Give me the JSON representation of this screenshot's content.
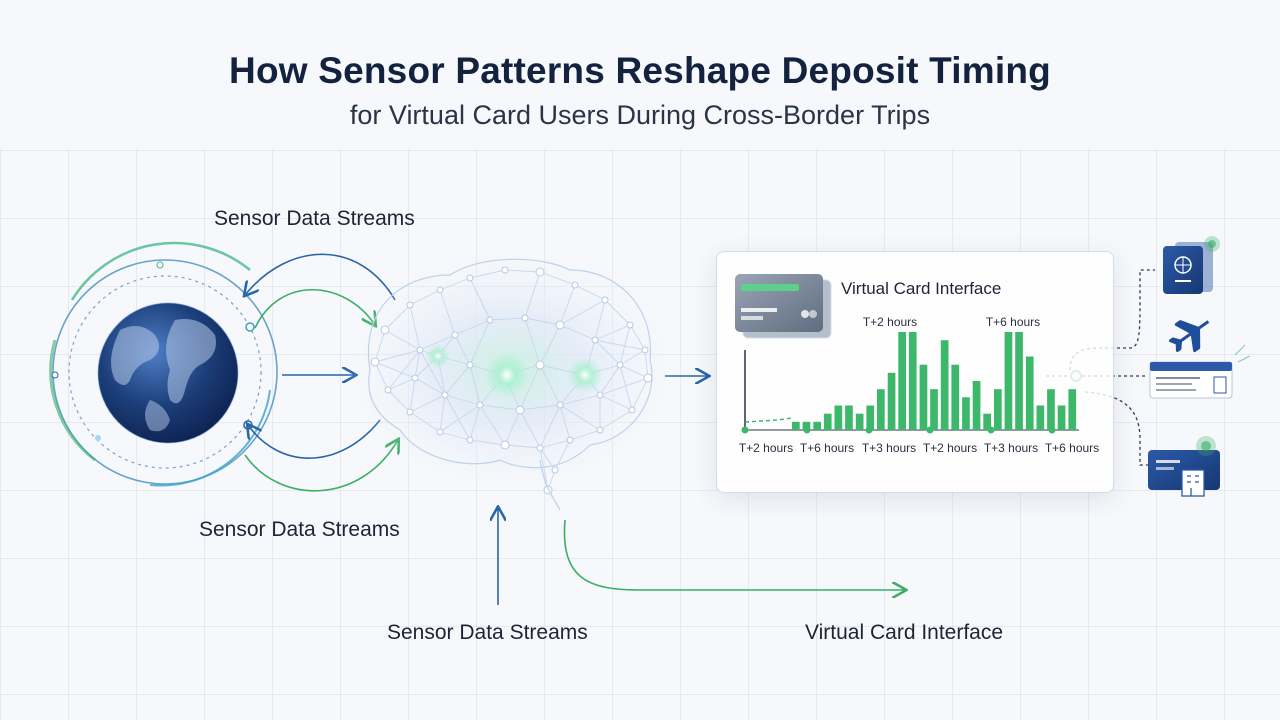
{
  "title": "How Sensor Patterns Reshape Deposit Timing",
  "subtitle": "for Virtual Card Users During Cross-Border Trips",
  "labels": {
    "sensor_top": "Sensor Data Streams",
    "sensor_left_bottom": "Sensor Data Streams",
    "sensor_bottom": "Sensor Data Streams",
    "virtual_bottom": "Virtual Card Interface"
  },
  "panel": {
    "title": "Virtual Card Interface",
    "peak_labels": [
      "T+2 hours",
      "T+6 hours"
    ],
    "x_ticks": [
      "T+2 hours",
      "T+6 hours",
      "T+3 hours",
      "T+2 hours",
      "T+3 hours",
      "T+6 hours"
    ]
  },
  "chart_data": {
    "type": "bar",
    "values": [
      1,
      1,
      1,
      2,
      3,
      3,
      2,
      3,
      5,
      7,
      12,
      12,
      8,
      5,
      11,
      8,
      4,
      6,
      2,
      5,
      12,
      12,
      9,
      3,
      5,
      3,
      5
    ],
    "annotations": [
      "T+2 hours",
      "T+6 hours"
    ],
    "bar_color": "#3db86a"
  },
  "icons": [
    "globe-icon",
    "brain-network-icon",
    "card-icon",
    "passport-icon",
    "airplane-icon",
    "boarding-pass-icon",
    "hotel-card-icon"
  ],
  "colors": {
    "title": "#13233f",
    "blue_arrow": "#2a65a8",
    "green_arrow": "#3aae66",
    "bar": "#3db86a",
    "globe": "#1c3f7a"
  }
}
